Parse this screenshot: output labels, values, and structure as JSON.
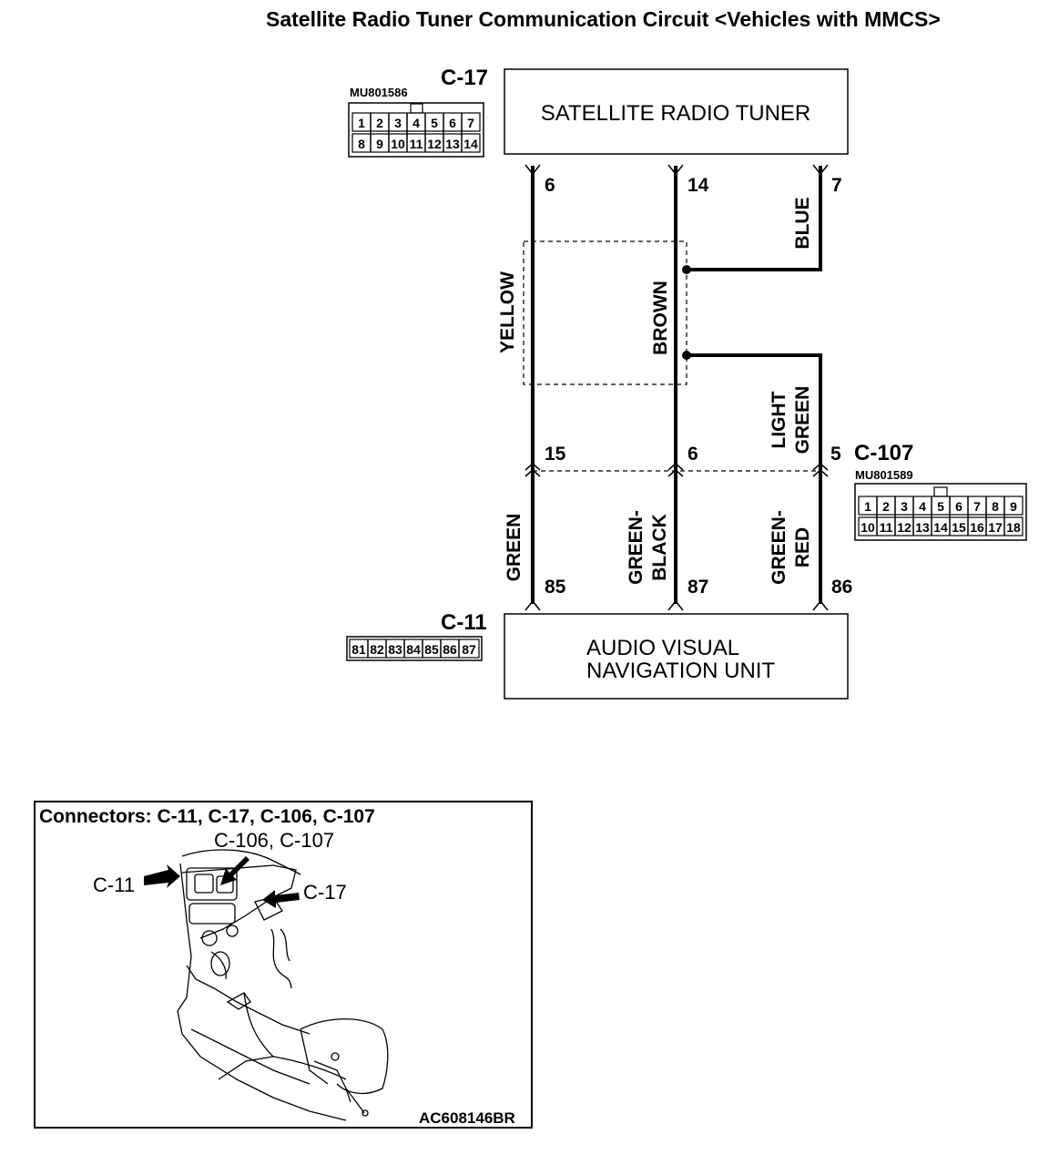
{
  "title": "Satellite Radio Tuner Communication Circuit <Vehicles with MMCS>",
  "connectors": {
    "c17": {
      "id": "C-17",
      "part": "MU801586",
      "row1": [
        "1",
        "2",
        "3",
        "4",
        "5",
        "6",
        "7"
      ],
      "row2": [
        "8",
        "9",
        "10",
        "11",
        "12",
        "13",
        "14"
      ]
    },
    "c107": {
      "id": "C-107",
      "part": "MU801589",
      "row1": [
        "1",
        "2",
        "3",
        "4",
        "5",
        "6",
        "7",
        "8",
        "9"
      ],
      "row2": [
        "10",
        "11",
        "12",
        "13",
        "14",
        "15",
        "16",
        "17",
        "18"
      ]
    },
    "c11": {
      "id": "C-11",
      "row1": [
        "81",
        "82",
        "83",
        "84",
        "85",
        "86",
        "87"
      ]
    }
  },
  "units": {
    "tuner": "SATELLITE RADIO TUNER",
    "avn_line1": "AUDIO VISUAL",
    "avn_line2": "NAVIGATION UNIT"
  },
  "pins": {
    "tuner_left": "6",
    "tuner_mid": "14",
    "tuner_right": "7",
    "j_left": "15",
    "j_mid": "6",
    "j_right": "5",
    "avn_left": "85",
    "avn_mid": "87",
    "avn_right": "86"
  },
  "wire_colors": {
    "yellow": "YELLOW",
    "brown": "BROWN",
    "blue": "BLUE",
    "light_1": "LIGHT",
    "light_2": "GREEN",
    "green": "GREEN",
    "green_black_1": "GREEN-",
    "green_black_2": "BLACK",
    "green_red_1": "GREEN-",
    "green_red_2": "RED"
  },
  "location": {
    "title": "Connectors: C-11, C-17, C-106, C-107",
    "label_c106_107": "C-106, C-107",
    "label_c11": "C-11",
    "label_c17": "C-17",
    "code": "AC608146BR"
  }
}
